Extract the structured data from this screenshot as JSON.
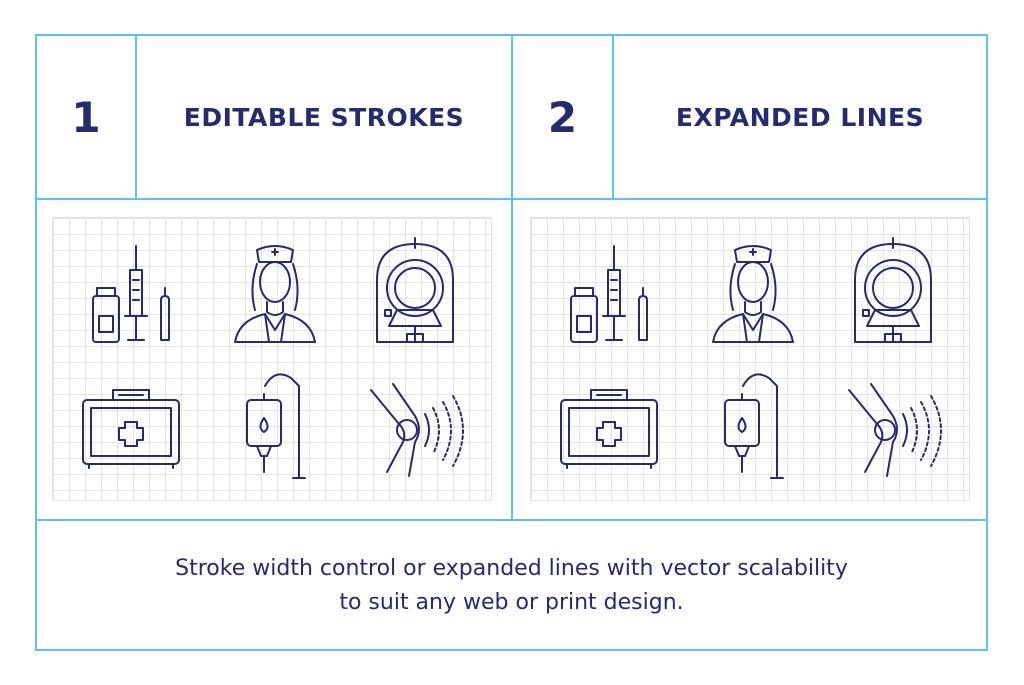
{
  "sections": [
    {
      "number": "1",
      "title": "EDITABLE STROKES"
    },
    {
      "number": "2",
      "title": "EXPANDED LINES"
    }
  ],
  "icons": [
    "syringe-vials-icon",
    "nurse-icon",
    "mri-scanner-icon",
    "first-aid-kit-icon",
    "iv-drip-icon",
    "knee-joint-icon"
  ],
  "caption": {
    "line1": "Stroke width control or expanded lines with vector scalability",
    "line2": "to suit any web or print design."
  },
  "colors": {
    "border": "#5cc3ea",
    "ink": "#262a6e",
    "grid": "#e3e3e3"
  }
}
